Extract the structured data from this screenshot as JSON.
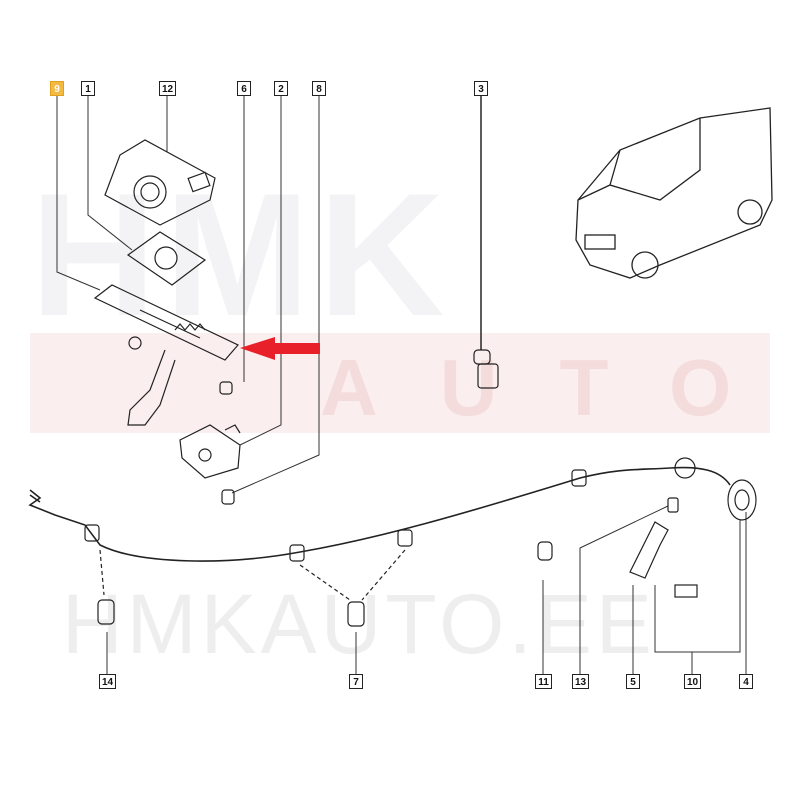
{
  "watermark": {
    "brand_top": "HMK",
    "brand_band": "AUTO",
    "site": "HMKAUTO.EE"
  },
  "labels_top": [
    "9",
    "1",
    "12",
    "6",
    "2",
    "8",
    "3"
  ],
  "labels_bottom": [
    "14",
    "7",
    "11",
    "13",
    "5",
    "10",
    "4"
  ],
  "highlighted_part": "9",
  "colors": {
    "highlight": "#f4b942",
    "arrow": "#e8202a",
    "line": "#222222"
  }
}
